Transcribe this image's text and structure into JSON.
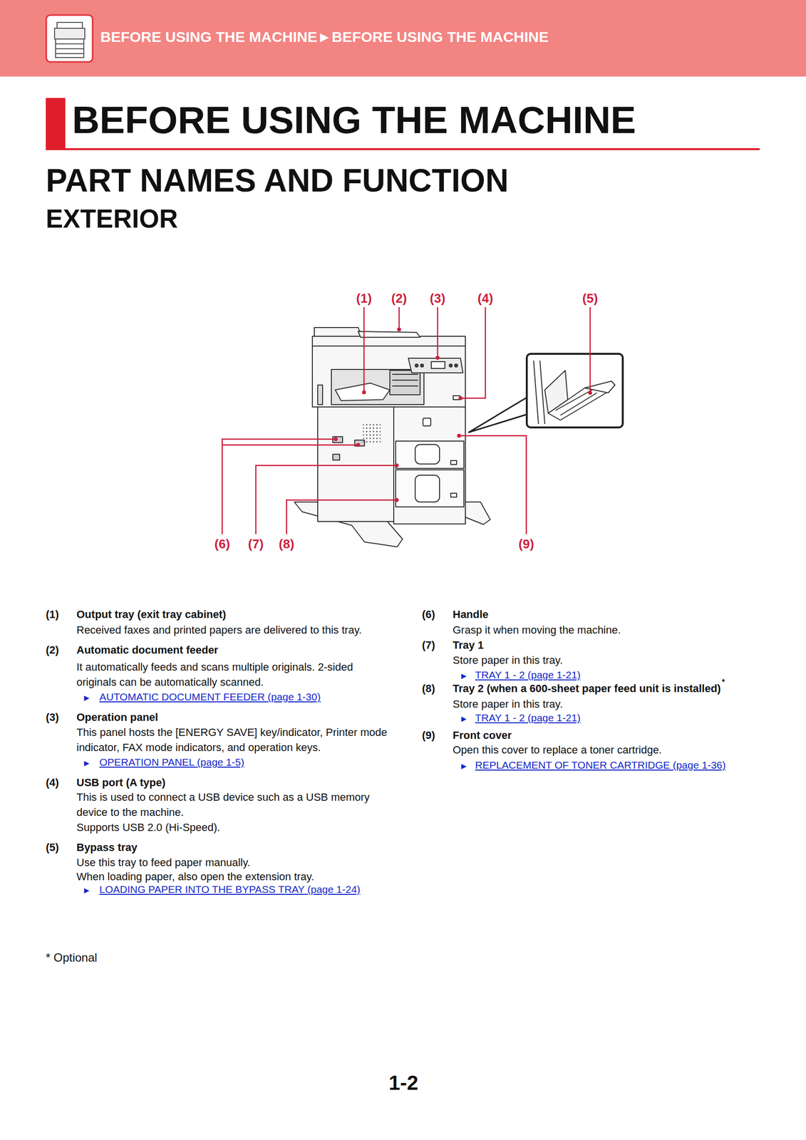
{
  "diagram": {
    "title": "BEFORE USING THE MACHINE",
    "nodes": [
      {
        "text": [
          "BEFORE USING THE MACHINE►BEFORE USING THE MACHINE"
        ]
      }
    ],
    "labels": [
      "PART NAMES AND FUNCTION",
      "EXTERIOR",
      "(1)",
      "(2)",
      "(3)",
      "(4)",
      "(5)",
      "(6)",
      "(7)",
      "(8)",
      "(9)",
      "(1)",
      "Output tray (exit tray cabinet)",
      "Received faxes and printed papers are delivered to this tray.",
      "(2)",
      "Automatic document feeder",
      "It automatically feeds and scans multiple originals. 2-sided originals can be automatically scanned.",
      "►",
      "AUTOMATIC DOCUMENT FEEDER (page 1-30)",
      "(3)",
      "Operation panel",
      "This panel hosts the [ENERGY SAVE] key/indicator, Printer mode indicator, FAX mode indicators, and operation keys.",
      "►",
      "OPERATION PANEL (page 1-5)",
      "(4)",
      "USB port (A type)",
      "This is used to connect a USB device such as a USB memory device to the machine.",
      "Supports USB 2.0 (Hi-Speed).",
      "(5)",
      "Bypass tray",
      "Use this tray to feed paper manually.",
      "When loading paper, also open the extension tray.",
      "►",
      "LOADING PAPER INTO THE BYPASS TRAY (page 1-24)",
      "(6)",
      "Handle",
      "Grasp it when moving the machine.",
      "(7)",
      "Tray 1",
      "Store paper in this tray.",
      "►",
      "TRAY 1 - 2 (page 1-21)",
      "(8)",
      "Tray 2 (when a 600-sheet paper feed unit is installed)",
      "*",
      "Store paper in this tray.",
      "►",
      "TRAY 1 - 2 (page 1-21)",
      "(9)",
      "Front cover",
      "Open this cover to replace a toner cartridge.",
      "►",
      "REPLACEMENT OF TONER CARTRIDGE (page 1-36)",
      "* Optional",
      "1-2"
    ]
  }
}
